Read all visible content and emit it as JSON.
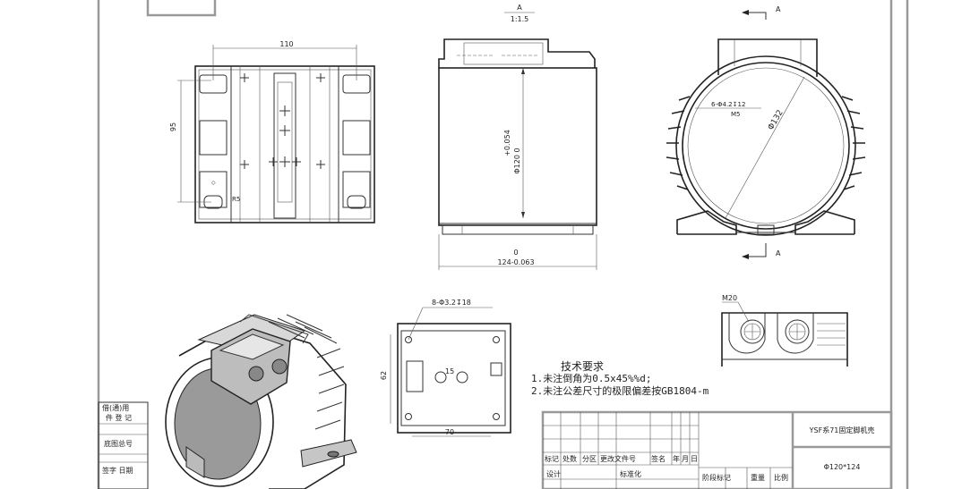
{
  "view_labels": {
    "scale": "1:1.5",
    "section_top": "A",
    "section_bottom": "A"
  },
  "dimensions": {
    "top_width": "110",
    "top_height": "95",
    "radius": "R5",
    "diameter_tol": "+0.054",
    "diameter_nom": "Φ120 0",
    "length_upper": "0",
    "length_lower": "124-0.063",
    "holes_front": "6-Φ4.2↧12",
    "thread_front": "M5",
    "diameter_outer": "Φ132",
    "holes_box": "8-Φ3.2↧18",
    "box_height": "62",
    "box_width": "70",
    "box_hole_gap": "15",
    "thread_box": "M20"
  },
  "tech_notes": {
    "title": "技术要求",
    "line1": "1.未注倒角为0.5x45%%d;",
    "line2": "2.未注公差尺寸的极限偏差按GB1804-m"
  },
  "left_block": {
    "r1": "借(通)用",
    "r2": "件 登 记",
    "r3": "底图总号",
    "r4": "签字 日期"
  },
  "title_block": {
    "part_name": "YSF系71固定脚机壳",
    "spec": "Φ120*124",
    "header_cells": [
      "标记",
      "处数",
      "分区",
      "更改文件号",
      "签名",
      "年",
      "月",
      "日"
    ],
    "design": "设计",
    "standardize": "标准化",
    "stage_cells": [
      "阶段标记",
      "重量",
      "比例"
    ]
  }
}
